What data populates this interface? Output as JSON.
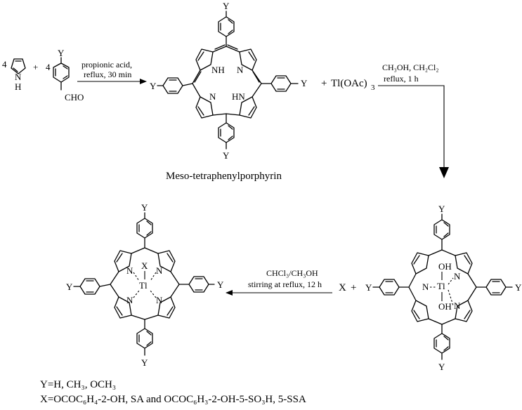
{
  "pyrrole": {
    "coef": "4",
    "nh": "N",
    "h": "H",
    "plus": "+"
  },
  "aldehyde": {
    "coef": "4",
    "sub": "Y",
    "group": "CHO"
  },
  "step1": {
    "line1": "propionic acid,",
    "line2": "reflux, 30 min"
  },
  "porphyrin": {
    "y": "Y",
    "nh": "NH",
    "n": "N",
    "hn": "HN",
    "name": "Meso-tetraphenylporphyrin"
  },
  "thallium_reagent": {
    "plus": "+",
    "text": "Tl(OAc)",
    "sub": "3"
  },
  "step2": {
    "line1": "CH₃OH, CH₂Cl₂",
    "line2": "reflux, 1 h"
  },
  "tl_hydroxide": {
    "y": "Y",
    "n": "N",
    "tl": "Tl",
    "oh": "OH"
  },
  "ligand": {
    "x": "X",
    "plus": "+"
  },
  "step3": {
    "line1": "CHCl₃/CH₃OH",
    "line2": "stirring at reflux, 12 h"
  },
  "product": {
    "y": "Y",
    "n": "N",
    "tl": "Tl",
    "x": "X"
  },
  "footnote": {
    "line1": "Y=H, CH₃, OCH₃",
    "line2": "X=OCOC₆H₄-2-OH, SA and OCOC₆H₃-2-OH-5-SO₃H, 5-SSA"
  }
}
